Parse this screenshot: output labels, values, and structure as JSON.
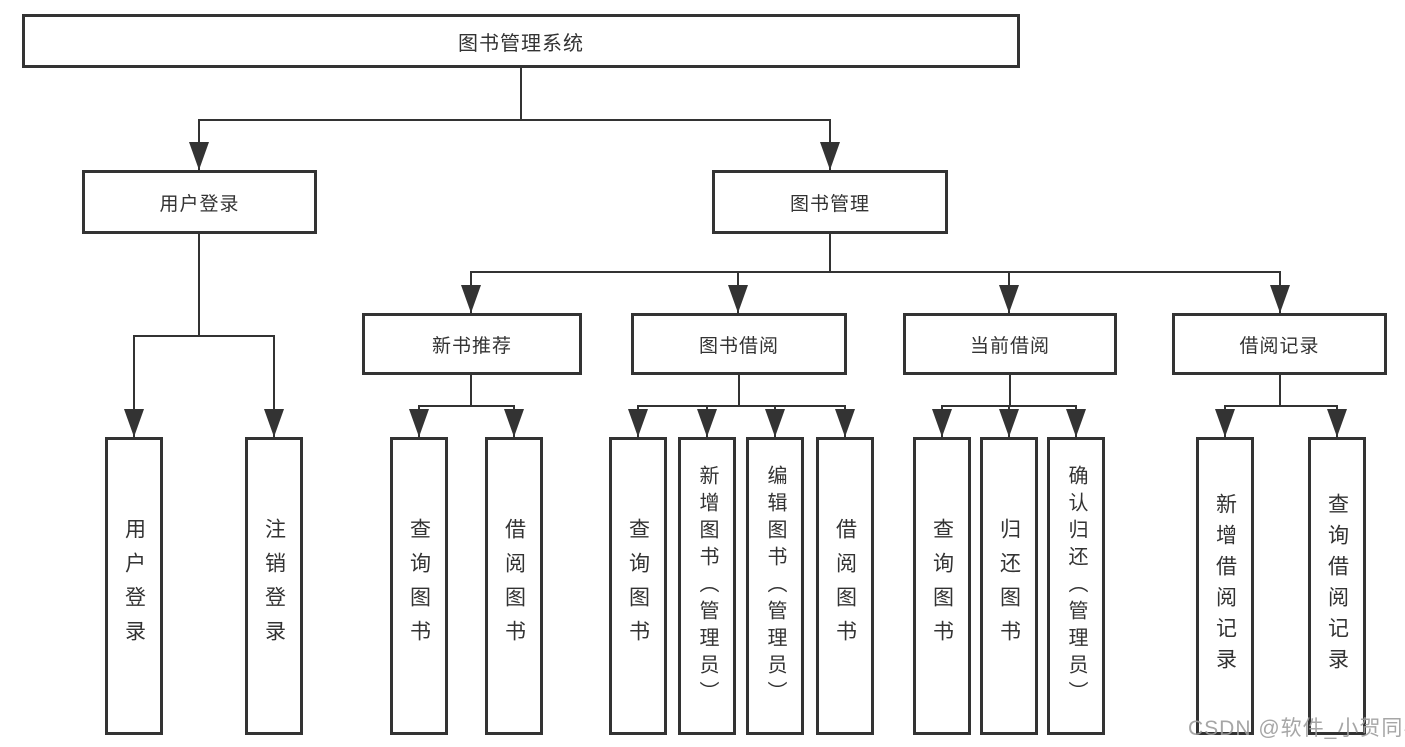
{
  "root": {
    "label": "图书管理系统"
  },
  "branches": [
    {
      "label": "用户登录"
    },
    {
      "label": "图书管理"
    }
  ],
  "sections": [
    {
      "label": "新书推荐"
    },
    {
      "label": "图书借阅"
    },
    {
      "label": "当前借阅"
    },
    {
      "label": "借阅记录"
    }
  ],
  "leaves": [
    "用户登录",
    "注销登录",
    "查询图书",
    "借阅图书",
    "查询图书",
    "新增图书（管理员）",
    "编辑图书（管理员）",
    "借阅图书",
    "查询图书",
    "归还图书",
    "确认归还（管理员）",
    "新增借阅记录",
    "查询借阅记录"
  ],
  "watermark": {
    "text": "CSDN @软件_小贺同学"
  },
  "colors": {
    "line": "#333333",
    "box_border": "#333333",
    "text": "#333333",
    "watermark": "#9d9d9d",
    "background": "#ffffff"
  }
}
